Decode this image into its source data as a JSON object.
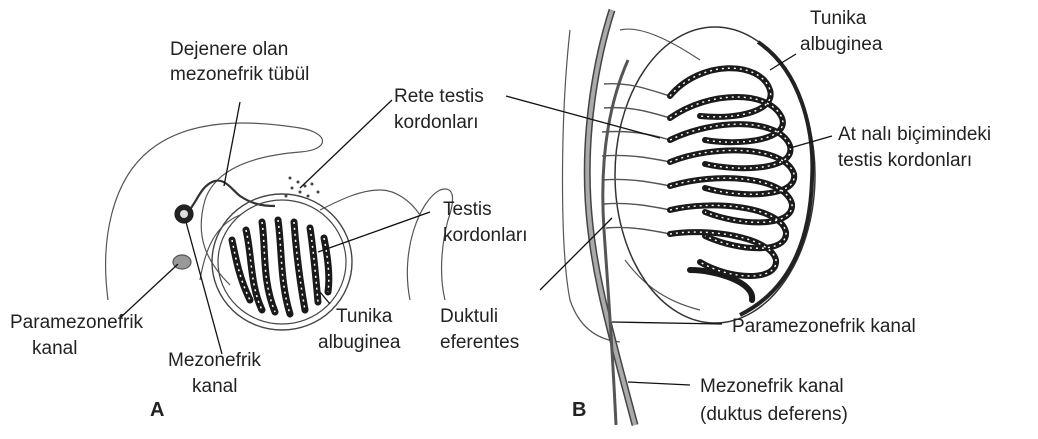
{
  "panels": {
    "a": {
      "letter": "A",
      "labels": {
        "degenerate_tubule": [
          "Dejenere olan",
          "mezonefrik tübül"
        ],
        "rete_testis": [
          "Rete testis",
          "kordonları"
        ],
        "testis_cords": [
          "Testis",
          "kordonları"
        ],
        "paramesonephric_duct": [
          "Paramezonefrik",
          "kanal"
        ],
        "mesonephric_duct": [
          "Mezonefrik",
          "kanal"
        ],
        "tunica_albuginea": [
          "Tunika",
          "albuginea"
        ],
        "ductuli_efferentes": [
          "Duktuli",
          "eferentes"
        ]
      }
    },
    "b": {
      "letter": "B",
      "labels": {
        "tunica_albuginea": [
          "Tunika",
          "albuginea"
        ],
        "horseshoe_cords": [
          "At nalı biçimindeki",
          "testis kordonları"
        ],
        "paramesonephric_duct": [
          "Paramezonefrik kanal"
        ],
        "mesonephric_duct": [
          "Mezonefrik kanal",
          "(duktus deferens)"
        ]
      }
    }
  },
  "colors": {
    "outline": "#555555",
    "cord": "#222222",
    "duct_fill": "#9a9a9a",
    "leader": "#111111"
  }
}
